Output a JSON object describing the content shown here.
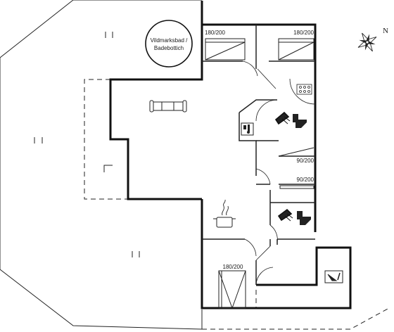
{
  "floorplan": {
    "labels": {
      "hot_tub": [
        "Vildmarksbad /",
        "Badebottich"
      ],
      "bed_bedroom_1": "180/200",
      "bed_bedroom_2": "180/200",
      "bed_single_1": "90/200",
      "bed_single_2": "90/200",
      "bed_bottom": "180/200"
    },
    "compass": {
      "north": "N"
    }
  }
}
